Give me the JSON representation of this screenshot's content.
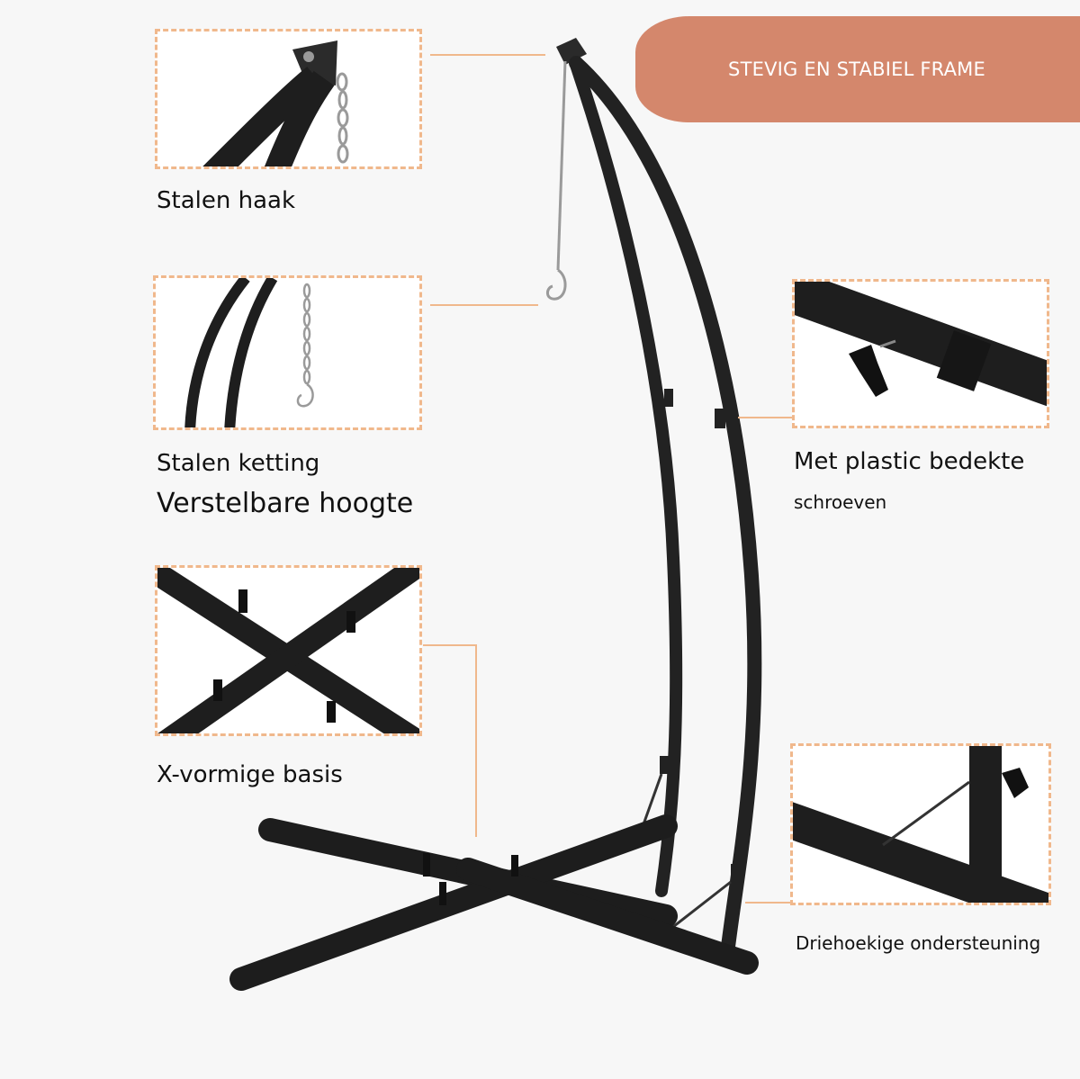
{
  "banner": {
    "title": "STEVIG EN STABIEL FRAME"
  },
  "labels": {
    "hook": "Stalen haak",
    "chain": "Stalen ketting",
    "height": "Verstelbare hoogte",
    "base": "X-vormige basis",
    "screws": "Met plastic bedekte",
    "screws_sub": "schroeven",
    "support": "Driehoekige ondersteuning"
  },
  "colors": {
    "frame": "#222222",
    "accent": "#d4876c",
    "dashed_border": "#f0b88c",
    "chain": "#9a9a9a"
  }
}
